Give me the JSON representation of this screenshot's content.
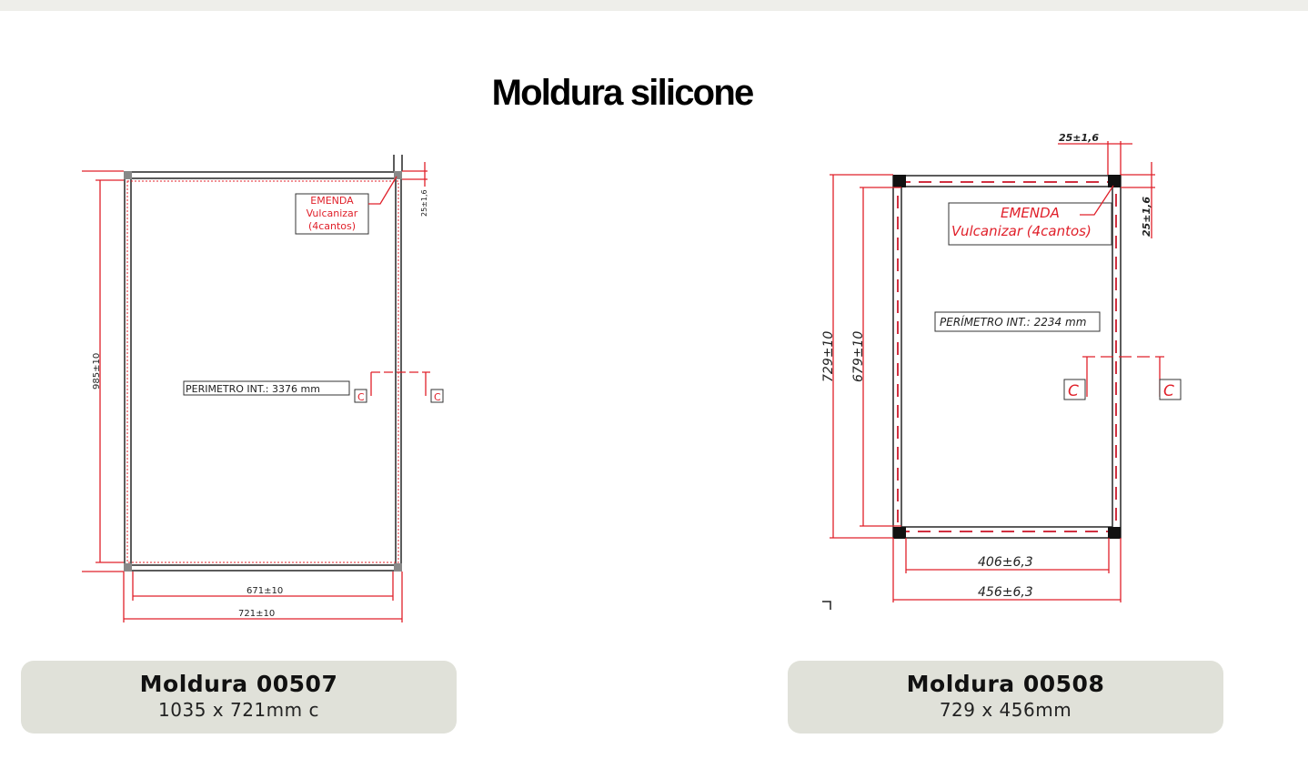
{
  "page_title": "Moldura silicone",
  "products": [
    {
      "name": "Moldura 00507",
      "dimensions": "1035 x 721mm c",
      "drawing": {
        "note_line1": "EMENDA",
        "note_line2": "Vulcanizar",
        "note_line3": "(4cantos)",
        "perimeter": "PERIMETRO INT.: 3376 mm",
        "height_dim": "985±10",
        "inner_width_dim": "671±10",
        "outer_width_dim": "721±10",
        "thickness_dim": "25±1,6",
        "section_mark": "C"
      }
    },
    {
      "name": "Moldura 00508",
      "dimensions": "729 x 456mm",
      "drawing": {
        "note_line1": "EMENDA",
        "note_line2": "Vulcanizar  (4cantos)",
        "perimeter": "PERÍMETRO INT.: 2234 mm",
        "outer_height_dim": "729±10",
        "inner_height_dim": "679±10",
        "inner_width_dim": "406±6,3",
        "outer_width_dim": "456±6,3",
        "thickness_dim_top": "25±1,6",
        "thickness_dim_side": "25±1,6",
        "section_mark": "C"
      }
    }
  ]
}
